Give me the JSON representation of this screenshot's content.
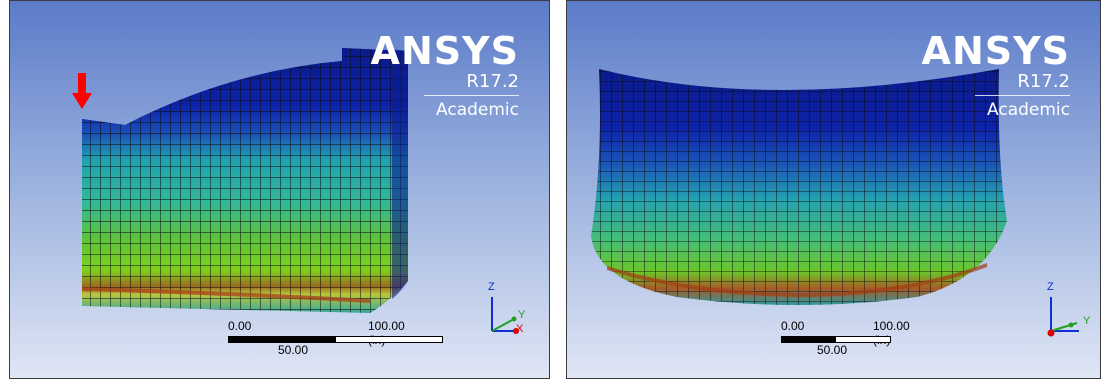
{
  "left_view": {
    "logo": {
      "name": "ANSYS",
      "version": "R17.2",
      "edition": "Academic"
    },
    "scale": {
      "start": "0.00",
      "end": "100.00 (in)",
      "mid": "50.00"
    },
    "axes": {
      "z": "Z",
      "y": "Y",
      "x": "X"
    },
    "marker": "red-arrow-icon"
  },
  "right_view": {
    "logo": {
      "name": "ANSYS",
      "version": "R17.2",
      "edition": "Academic"
    },
    "scale": {
      "start": "0.00",
      "end": "100.00 (in)",
      "mid": "50.00"
    },
    "axes": {
      "z": "Z",
      "y": "Y"
    }
  },
  "colors": {
    "background_top": "#5b7bc9",
    "background_bottom": "#dfe6f5",
    "contour_low": "#0d1f9e",
    "contour_mid": "#2bb6a8",
    "contour_high": "#7bcc1d",
    "contour_peak": "#b33c10",
    "marker": "#ff0000"
  }
}
